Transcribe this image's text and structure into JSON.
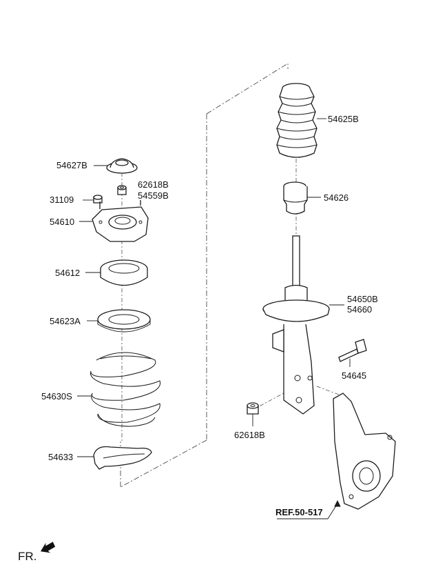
{
  "parts": {
    "p54627B": "54627B",
    "p62618B_top": "62618B",
    "p54559B": "54559B",
    "p31109": "31109",
    "p54610": "54610",
    "p54612": "54612",
    "p54623A": "54623A",
    "p54630S": "54630S",
    "p54633": "54633",
    "p54625B": "54625B",
    "p54626": "54626",
    "p54650B": "54650B",
    "p54660": "54660",
    "p54645": "54645",
    "p62618B_bottom": "62618B"
  },
  "reference": "REF.50-517",
  "direction": "FR."
}
